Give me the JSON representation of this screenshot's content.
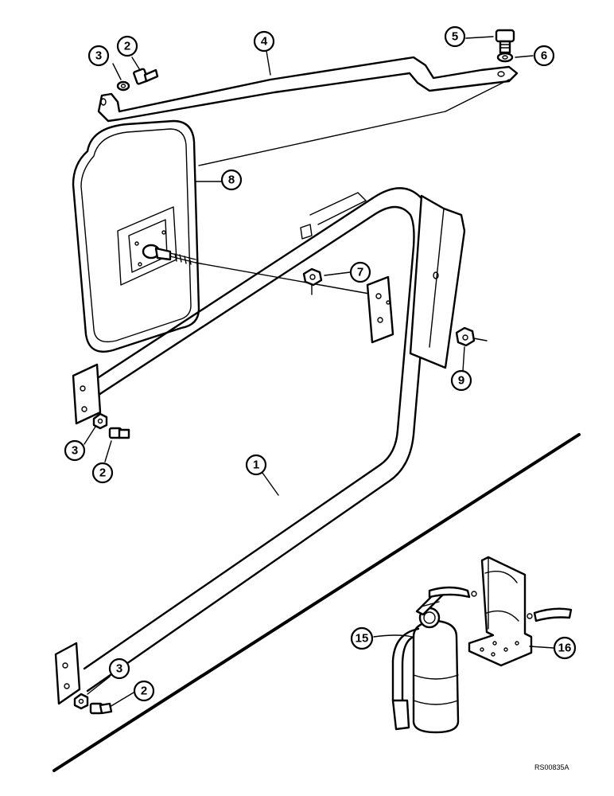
{
  "callouts": {
    "c1": "1",
    "c2a": "2",
    "c2b": "2",
    "c2c": "2",
    "c3a": "3",
    "c3b": "3",
    "c3c": "3",
    "c4": "4",
    "c5": "5",
    "c6": "6",
    "c7": "7",
    "c8": "8",
    "c9": "9",
    "c15": "15",
    "c16": "16"
  },
  "reference_code": "RS00835A"
}
